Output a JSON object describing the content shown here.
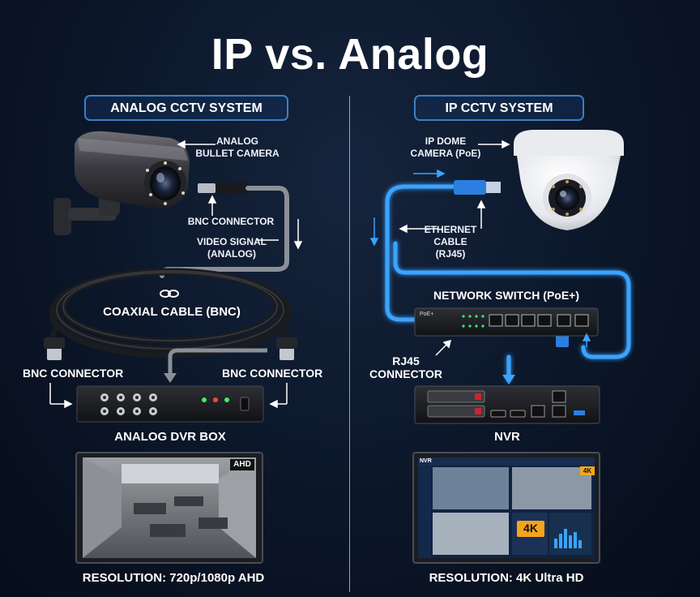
{
  "title": "IP vs. Analog",
  "analog": {
    "section_label": "ANALOG CCTV SYSTEM",
    "camera_label": "ANALOG\nBULLET CAMERA",
    "bnc_connector_top": "BNC CONNECTOR",
    "video_signal": "VIDEO SIGNAL\n(ANALOG)",
    "coax_label": "COAXIAL CABLE (BNC)",
    "bnc_left": "BNC CONNECTOR",
    "bnc_right": "BNC CONNECTOR",
    "dvr_label": "ANALOG DVR BOX",
    "screen_badge": "AHD",
    "resolution": "RESOLUTION: 720p/1080p AHD"
  },
  "ip": {
    "section_label": "IP CCTV SYSTEM",
    "camera_label": "IP DOME\nCAMERA (PoE)",
    "ethernet_label": "ETHERNET\nCABLE\n(RJ45)",
    "switch_label": "NETWORK SWITCH (PoE+)",
    "switch_badge": "PoE+",
    "rj45_label": "RJ45\nCONNECTOR",
    "nvr_label": "NVR",
    "screen_brand": "NVR",
    "screen_badge": "4K",
    "screen_big_badge": "4K",
    "resolution": "RESOLUTION: 4K Ultra HD"
  },
  "colors": {
    "accent_blue": "#3d7fc4",
    "glow_blue": "#3aa3ff",
    "background": "#0b1628"
  }
}
